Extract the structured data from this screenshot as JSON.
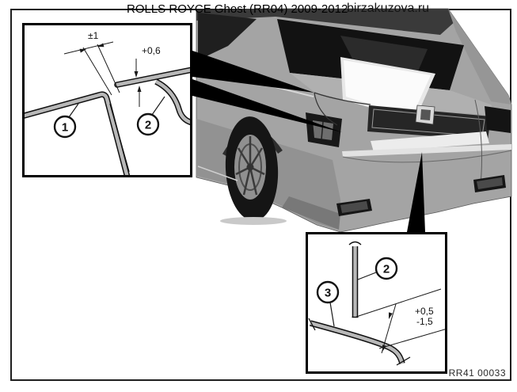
{
  "header": {
    "title": "ROLLS ROYCE Ghost (RR04) 2009-2012",
    "watermark": "birzakuzova.ru"
  },
  "frame": {
    "drawing_number": "RR41 00033"
  },
  "detail_gap_section": {
    "dim_gap_tolerance": "±1",
    "dim_flush": "+0,6",
    "callout_fender": "1",
    "callout_trunk_edge": "2"
  },
  "detail_profile_section": {
    "callout_trunk_edge": "2",
    "callout_bumper": "3",
    "dim_upper": "+0,5",
    "dim_lower": "-1,5"
  },
  "colors": {
    "line": "#1a1a1a",
    "panel_fill": "#b8b8b8",
    "car_body": "#a4a4a4",
    "pointer_black": "#000000"
  }
}
